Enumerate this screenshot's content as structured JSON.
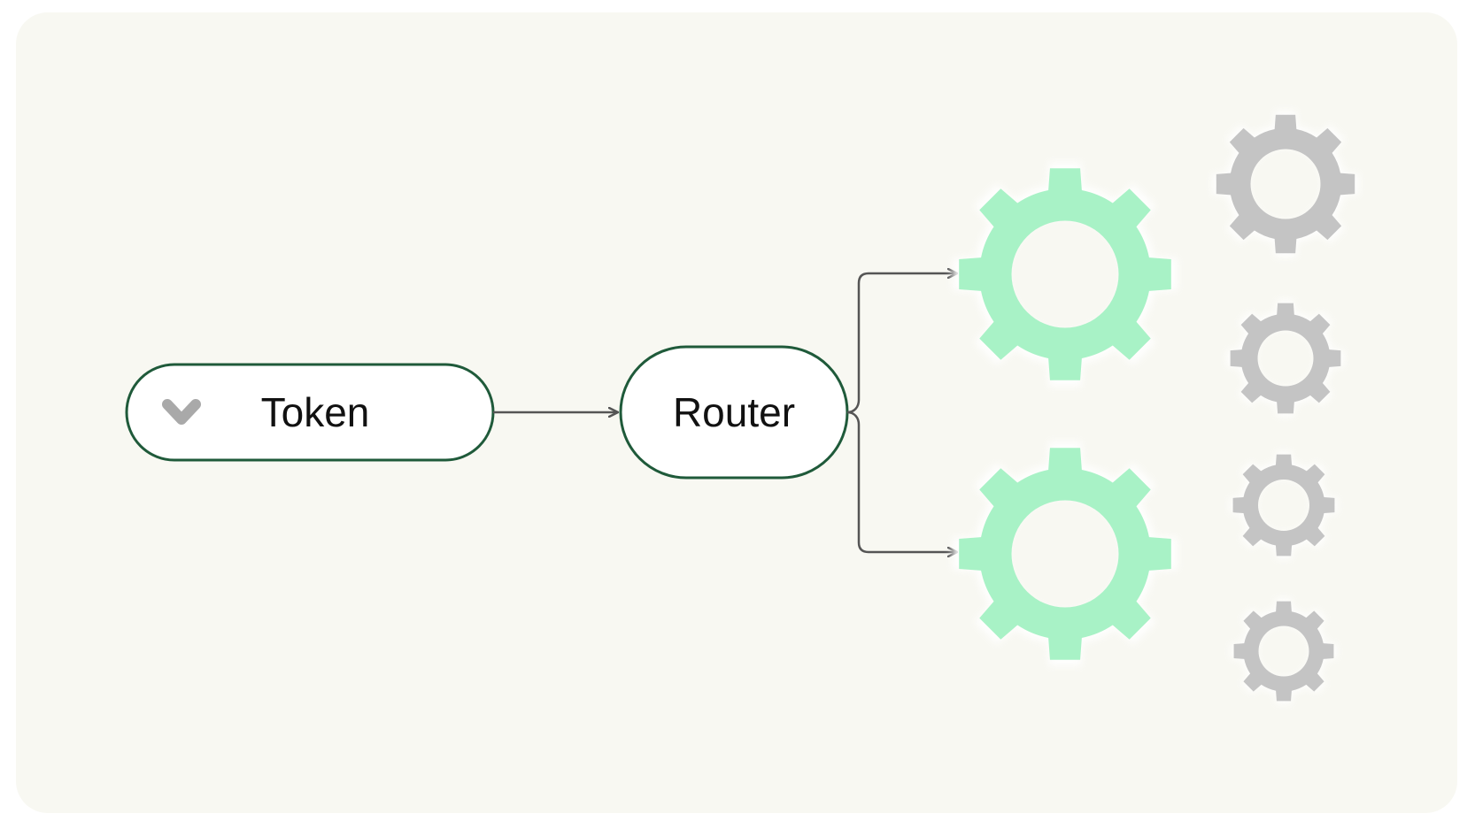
{
  "nodes": {
    "token": {
      "label": "Token"
    },
    "router": {
      "label": "Router"
    }
  },
  "icons": {
    "token_icon": "chevron-down-icon",
    "active_experts": "gear-icon",
    "inactive_experts": "gear-icon"
  },
  "experts": {
    "active_count": 2,
    "inactive_count": 4
  },
  "colors": {
    "background": "#f8f8f2",
    "node_border": "#1f5a3a",
    "node_fill": "#ffffff",
    "connector": "#555555",
    "active_gear": "#a8f2c6",
    "inactive_gear": "#c4c4c4",
    "token_icon": "#a9a9a9"
  }
}
